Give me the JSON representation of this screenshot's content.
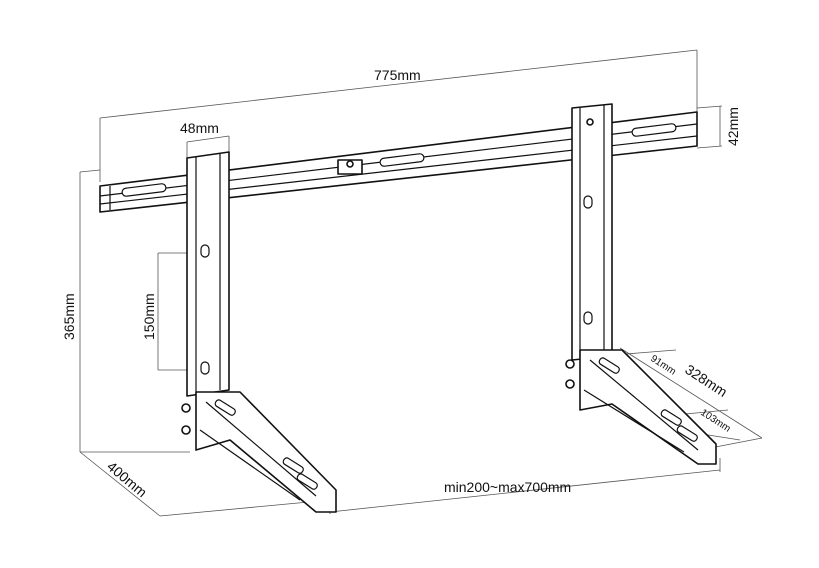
{
  "diagram": {
    "subject": "wall-mount-bracket-dimensions",
    "labels": {
      "rail_length": "775mm",
      "arm_width": "48mm",
      "rail_height": "42mm",
      "bracket_height": "365mm",
      "hole_spacing": "150mm",
      "arm_depth": "328mm",
      "slot_gap_1": "91mm",
      "slot_gap_2": "103mm",
      "base_depth": "400mm",
      "bracket_spacing": "min200~max700mm"
    },
    "colors": {
      "line": "#111111",
      "dimension": "#555555",
      "background": "#ffffff"
    }
  }
}
